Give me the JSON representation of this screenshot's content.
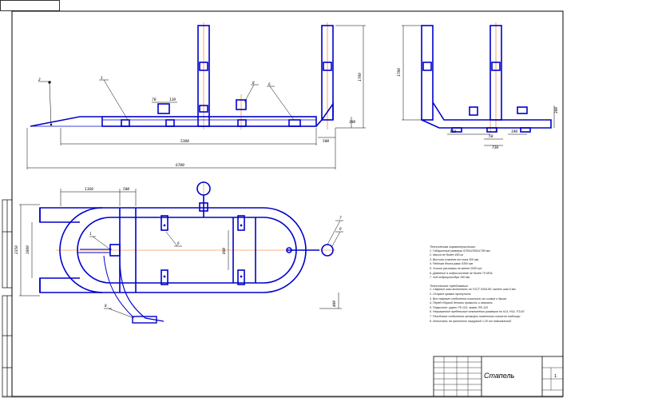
{
  "sheet": {
    "title": "Стапель",
    "sheet_number": "1",
    "colors": {
      "frame": "#000000",
      "part": "#0000cc",
      "axis": "#ff6600"
    }
  },
  "top_view": {
    "dims": {
      "height_total": "1700",
      "overall_length": "6700",
      "frame_length": "5300",
      "end_offset": "500",
      "base_height": "300",
      "bracket_a": "70",
      "bracket_b": "120"
    },
    "callouts": [
      "1",
      "2",
      "6",
      "8"
    ]
  },
  "side_view": {
    "dims": {
      "height": "1780",
      "base": "300",
      "d1": "730",
      "d2": "110",
      "d3": "50",
      "d4": "190"
    }
  },
  "plan_view": {
    "dims": {
      "top_a": "1160",
      "top_b": "500",
      "width": "2350",
      "inner": "1600",
      "rail": "800",
      "tail": "400"
    },
    "callouts": [
      "1",
      "6",
      "7",
      "8",
      "9"
    ]
  },
  "notes": {
    "heading1": "Техническая характеристика:",
    "items1": [
      "1. Габаритные размеры 6700х2350х1780 мм",
      "2. Масса не более 450 кг",
      "3. Высота стапеля от пола 300 мм",
      "4. Рабочая длина рамы 5300 мм",
      "5. Усилие растяжки не менее 2000 кгс",
      "6. Давление в гидросистеме не более 70 МПа",
      "7. Ход гидроцилиндра 150 мм"
    ],
    "heading2": "Технические требования:",
    "items2": [
      "1. Сварные швы выполнять по ГОСТ 5264-80, катет шва 5 мм",
      "2. Острые кромки притупить",
      "3. Все сварные соединения очистить от шлака и брызг",
      "4. Перед сборкой детали промыть и смазать",
      "5. Покрытие: грунт ГФ-021, эмаль ПФ-115",
      "6. Неуказанные предельные отклонения размеров по h14, H14, IT14/2",
      "7. Резьбовые соединения затянуть моментом согласно таблицы",
      "8. Испытать на прочность нагрузкой 1,25 от номинальной"
    ]
  }
}
